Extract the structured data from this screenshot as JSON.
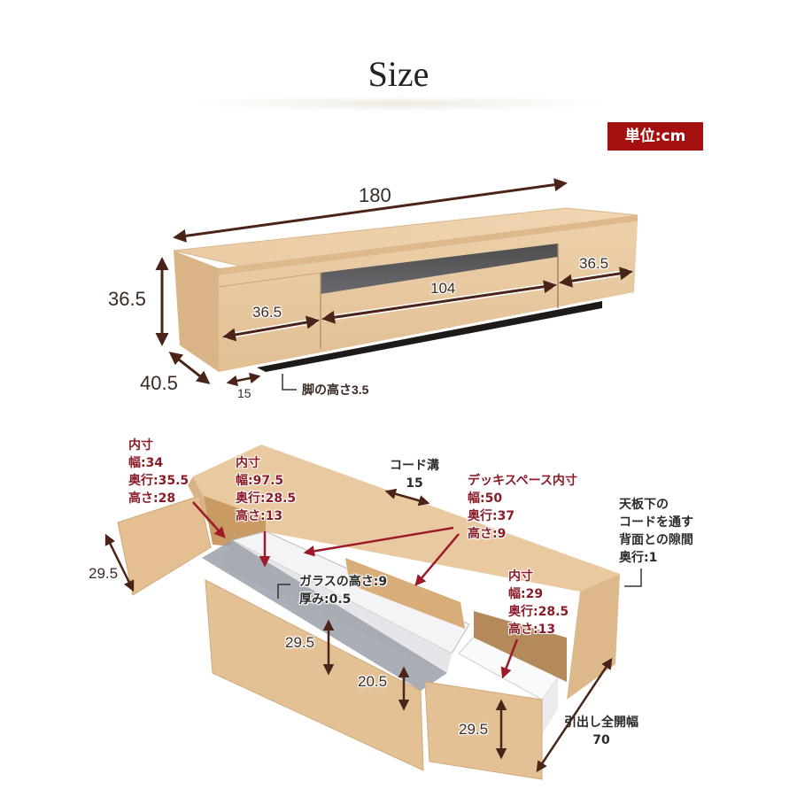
{
  "header": {
    "title": "Size",
    "unit_badge": "単位:cm",
    "unit_badge_color": "#a40f0f"
  },
  "top_view": {
    "width_total": "180",
    "height": "36.5",
    "depth": "40.5",
    "left_door_width": "36.5",
    "center_drawer_width": "104",
    "right_door_width": "36.5",
    "leg_inset": "15",
    "leg_height_label": "脚の高さ3.5"
  },
  "bottom_view": {
    "left_cabinet": {
      "heading": "内寸",
      "width": "幅:34",
      "depth": "奥行:35.5",
      "height": "高さ:28"
    },
    "center_drawer": {
      "heading": "内寸",
      "width": "幅:97.5",
      "depth": "奥行:28.5",
      "height": "高さ:13"
    },
    "cord_groove": {
      "label": "コード溝",
      "value": "15"
    },
    "deck_space": {
      "heading": "デッキスペース内寸",
      "width": "幅:50",
      "depth": "奥行:37",
      "height": "高さ:9"
    },
    "back_gap": {
      "line1": "天板下の",
      "line2": "コードを通す",
      "line3": "背面との隙間",
      "line4": "奥行:1"
    },
    "right_drawer": {
      "heading": "内寸",
      "width": "幅:29",
      "depth": "奥行:28.5",
      "height": "高さ:13"
    },
    "glass": {
      "height": "ガラスの高さ:9",
      "thickness": "厚み:0.5"
    },
    "door_height": "29.5",
    "center_front_height": "29.5",
    "center_drawer_front_height": "20.5",
    "right_front_height": "29.5",
    "drawer_full_open_label": "引出し全開幅",
    "drawer_full_open_value": "70"
  },
  "colors": {
    "wood": "#e6c49a",
    "wood_dark": "#d4ad7f",
    "arrow_brown": "#4a2418",
    "annotation_red": "#8a1c2a"
  }
}
